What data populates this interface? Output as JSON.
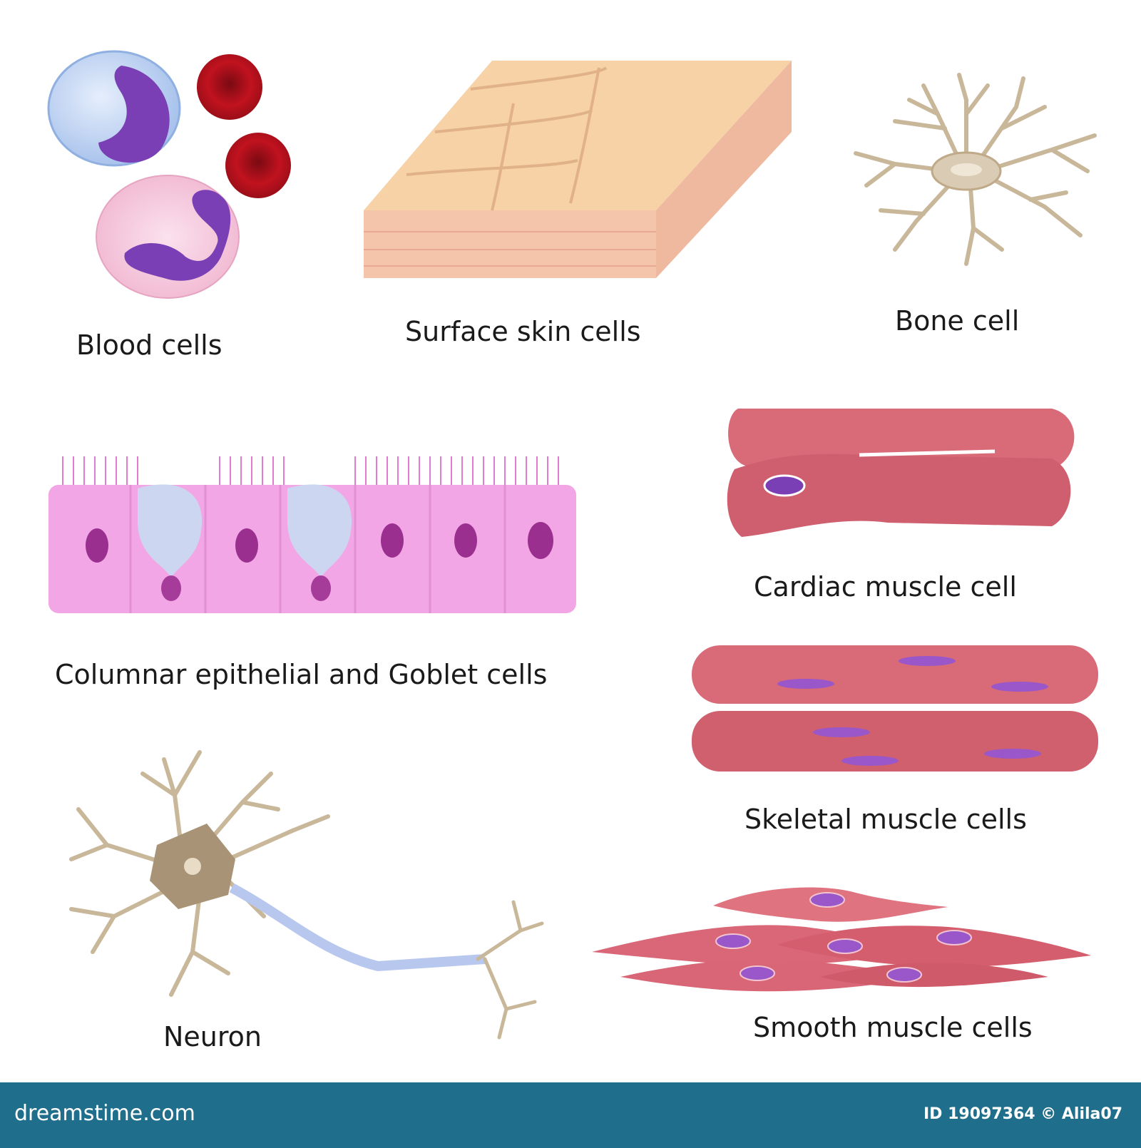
{
  "labels": {
    "blood": "Blood cells",
    "skin": "Surface skin cells",
    "bone": "Bone cell",
    "columnar": "Columnar epithelial and Goblet cells",
    "cardiac": "Cardiac muscle cell",
    "skeletal": "Skeletal muscle cells",
    "neuron": "Neuron",
    "smooth": "Smooth muscle cells"
  },
  "footer": {
    "brand": "dreamstime.com",
    "id": "ID 19097364 © Alila07"
  },
  "colors": {
    "footer_bg": "#1f6e8c",
    "red_cell": "#c1121f",
    "muscle": "#d96b78",
    "nucleus": "#7b3fb5",
    "epithelium": "#f3a6e6",
    "skin": "#f6d2a6",
    "neuron": "#c9b79a"
  }
}
